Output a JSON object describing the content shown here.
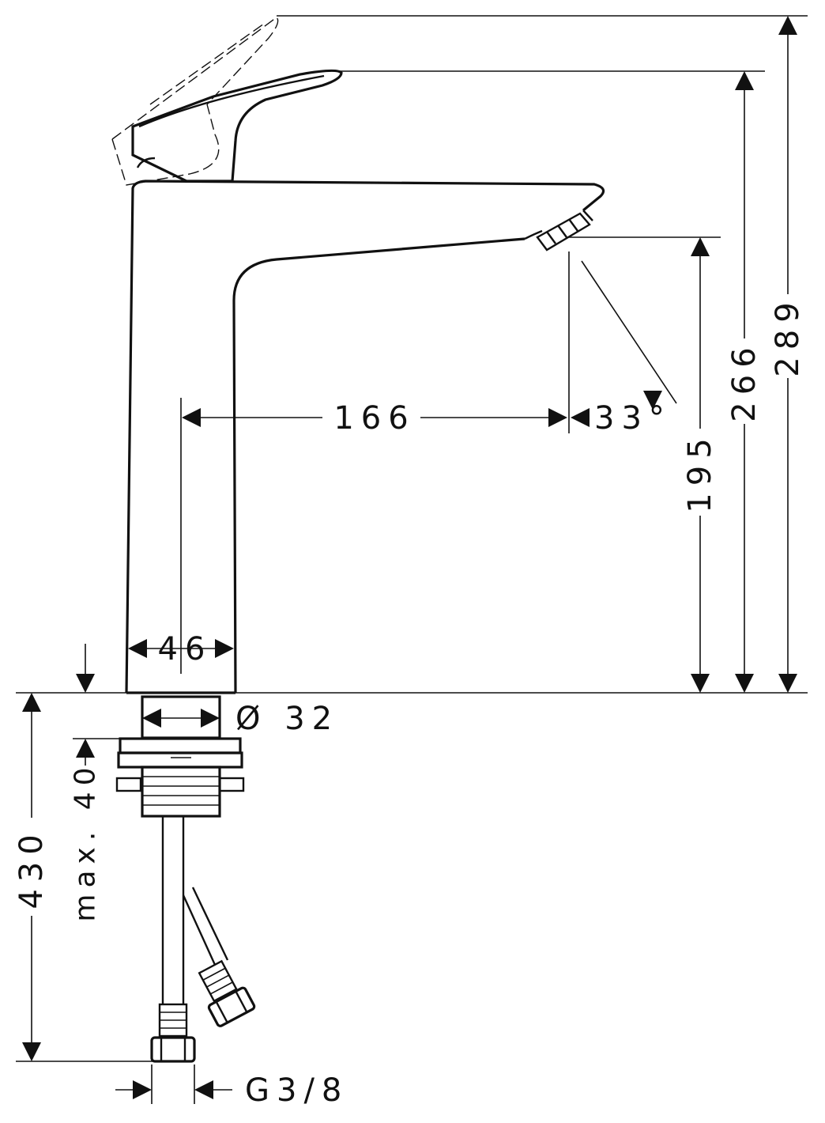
{
  "drawing": {
    "dimensions": {
      "height_total": "289",
      "height_handle": "266",
      "height_outlet": "195",
      "projection": "166",
      "spray_angle": "33°",
      "body_width": "46",
      "shank_diameter": "Ø 32",
      "mount_thickness": "max. 40",
      "hose_length": "430",
      "connection_thread": "G3/8"
    }
  }
}
